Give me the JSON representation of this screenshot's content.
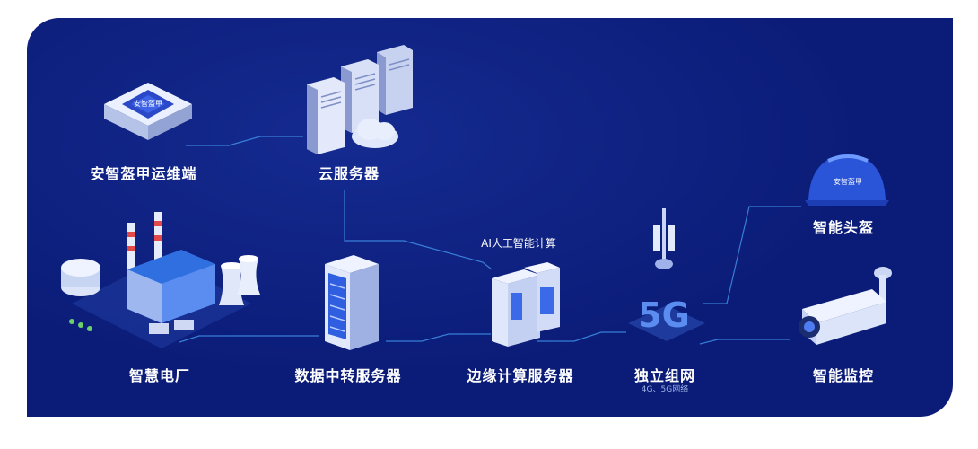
{
  "nodes": {
    "ops_terminal": "安智盔甲运维端",
    "cloud_server": "云服务器",
    "smart_plant": "智慧电厂",
    "relay_server": "数据中转服务器",
    "edge_server": "边缘计算服务器",
    "private_network": "独立组网",
    "smart_helmet": "智能头盔",
    "smart_monitor": "智能监控"
  },
  "private_network_sub": "4G、5G网络",
  "ai_label": "AI人工智能计算",
  "chip_text": "安智盔甲",
  "helmet_text": "安智盔甲",
  "tower_text": "5G",
  "colors": {
    "panel": "#0b1c78",
    "link": "#3f8fe6",
    "label": "#ffffff"
  }
}
